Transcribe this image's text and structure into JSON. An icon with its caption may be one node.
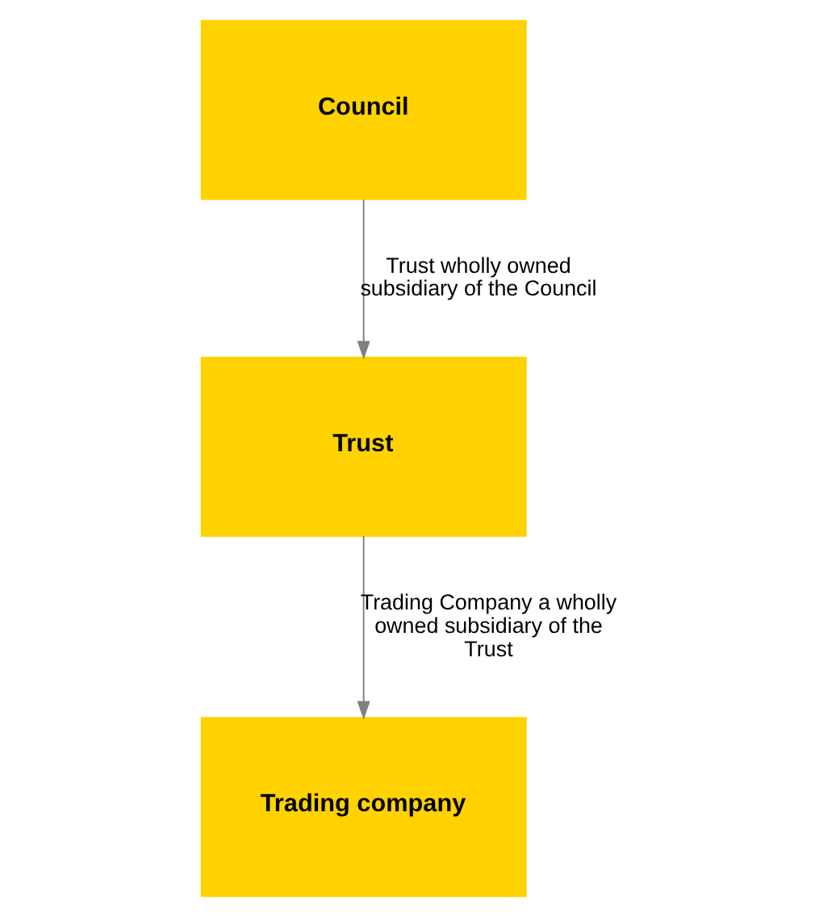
{
  "diagram": {
    "nodes": [
      {
        "text": [
          "Council"
        ]
      },
      {
        "text": [
          "Trust"
        ]
      },
      {
        "text": [
          "Trading company"
        ]
      }
    ],
    "edges": [
      {
        "from": 0,
        "to": 1,
        "arrow": "to",
        "label": "Trust wholly owned subsidiary of the Council"
      },
      {
        "from": 1,
        "to": 2,
        "arrow": "to",
        "label": "Trading Company a wholly owned subsidiary of the Trust"
      }
    ]
  }
}
